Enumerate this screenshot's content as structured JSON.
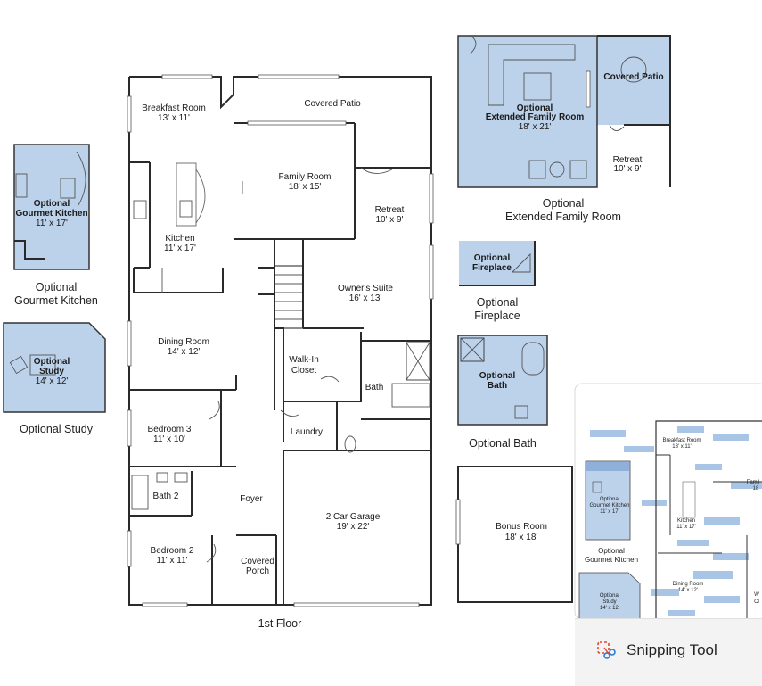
{
  "plan": {
    "rooms": {
      "breakfast": {
        "name": "Breakfast Room",
        "dim": "13' x 11'"
      },
      "covered_patio": {
        "name": "Covered Patio"
      },
      "family": {
        "name": "Family Room",
        "dim": "18' x 15'"
      },
      "kitchen": {
        "name": "Kitchen",
        "dim": "11' x 17'"
      },
      "retreat": {
        "name": "Retreat",
        "dim": "10' x 9'"
      },
      "owners_suite": {
        "name": "Owner's Suite",
        "dim": "16' x 13'"
      },
      "dining": {
        "name": "Dining Room",
        "dim": "14' x 12'"
      },
      "walkin_closet": {
        "line1": "Walk-In",
        "line2": "Closet"
      },
      "bath": {
        "name": "Bath"
      },
      "bedroom3": {
        "name": "Bedroom 3",
        "dim": "11' x 10'"
      },
      "laundry": {
        "name": "Laundry"
      },
      "bath2": {
        "name": "Bath 2"
      },
      "foyer": {
        "name": "Foyer"
      },
      "garage": {
        "name": "2 Car Garage",
        "dim": "19' x 22'"
      },
      "bedroom2": {
        "name": "Bedroom 2",
        "dim": "11' x 11'"
      },
      "covered_porch": {
        "line1": "Covered",
        "line2": "Porch"
      }
    },
    "floor_caption": "1st Floor"
  },
  "options": {
    "gourmet_kitchen": {
      "line1": "Optional",
      "line2": "Gourmet Kitchen",
      "dim": "11' x 17'",
      "caption1": "Optional",
      "caption2": "Gourmet Kitchen"
    },
    "study": {
      "line1": "Optional",
      "line2": "Study",
      "dim": "14' x 12'",
      "caption": "Optional Study"
    },
    "extended_family": {
      "line1": "Optional",
      "line2": "Extended Family Room",
      "dim": "18' x 21'",
      "caption1": "Optional",
      "caption2": "Extended Family Room"
    },
    "ext_covered_patio": {
      "name": "Covered Patio"
    },
    "ext_retreat": {
      "name": "Retreat",
      "dim": "10' x 9'"
    },
    "fireplace": {
      "line1": "Optional",
      "line2": "Fireplace",
      "caption1": "Optional",
      "caption2": "Fireplace"
    },
    "bath": {
      "line1": "Optional",
      "line2": "Bath",
      "caption": "Optional Bath"
    },
    "bonus": {
      "name": "Bonus Room",
      "dim": "18' x 18'"
    }
  },
  "thumbnail": {
    "breakfast": {
      "name": "Breakfast Room",
      "dim": "13' x 11'"
    },
    "family_partial": {
      "name": "Famil",
      "dim": "18"
    },
    "gourmet": {
      "line1": "Optional",
      "line2": "Gourmet Kitchen",
      "dim": "11' x 17'",
      "caption1": "Optional",
      "caption2": "Gourmet Kitchen"
    },
    "kitchen": {
      "name": "Kitchen",
      "dim": "11' x 17'"
    },
    "dining": {
      "name": "Dining Room",
      "dim": "14' x 12'"
    },
    "study": {
      "line1": "Optional",
      "line2": "Study",
      "dim": "14' x 12'"
    },
    "walkin_partial": {
      "line1": "W",
      "line2": "Cl"
    }
  },
  "taskbar": {
    "app_name": "Snipping Tool",
    "icon": "scissors-icon"
  },
  "colors": {
    "optional_fill": "#bcd1ea",
    "wall": "#2a2a2a"
  }
}
